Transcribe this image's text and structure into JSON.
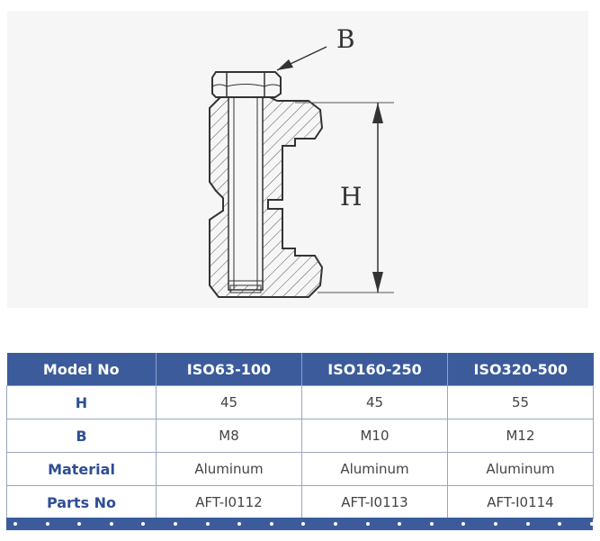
{
  "drawing": {
    "callout_label": "B",
    "dimension_label": "H"
  },
  "table": {
    "headers": [
      "Model No",
      "ISO63-100",
      "ISO160-250",
      "ISO320-500"
    ],
    "rows": [
      {
        "label": "H",
        "values": [
          "45",
          "45",
          "55"
        ]
      },
      {
        "label": "B",
        "values": [
          "M8",
          "M10",
          "M12"
        ]
      },
      {
        "label": "Material",
        "values": [
          "Aluminum",
          "Aluminum",
          "Aluminum"
        ]
      },
      {
        "label": "Parts No",
        "values": [
          "AFT-I0112",
          "AFT-I0113",
          "AFT-I0114"
        ]
      }
    ]
  },
  "colors": {
    "header_bg": "#3b5b9b",
    "row_label": "#2f4f93",
    "cell_text": "#444444"
  }
}
